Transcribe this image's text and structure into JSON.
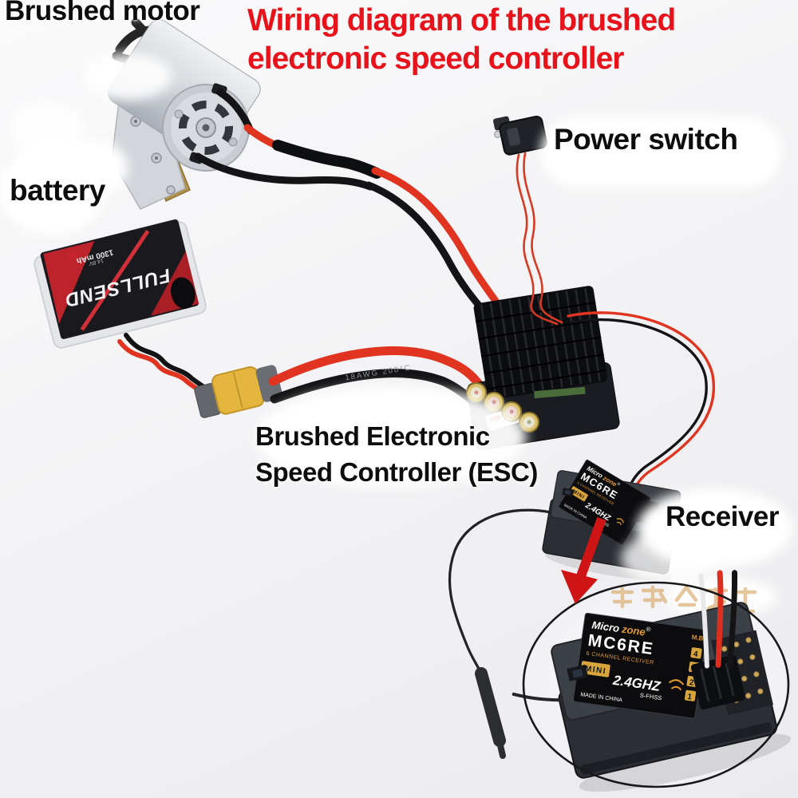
{
  "title": {
    "line1": "Wiring diagram of the brushed",
    "line2": "electronic speed controller"
  },
  "labels": {
    "motor": "Brushed motor",
    "battery": "battery",
    "power_switch": "Power switch",
    "esc_line1": "Brushed Electronic",
    "esc_line2": "Speed Controller (ESC)",
    "receiver": "Receiver"
  },
  "wire_print": "18AWG  200°C",
  "battery_label": {
    "brand": "FULLSEND",
    "capacity": "1300 mAh",
    "spec": "14.8V"
  },
  "receiver_label": {
    "brand_left": "Micro",
    "brand_right": "zone",
    "reg": "®",
    "model": "MC6RE",
    "type": "6 CHANNEL RECEIVER",
    "badge": "MINI",
    "freq": "2.4GHZ",
    "mode": "S-FHSS",
    "origin": "MADE IN CHINA",
    "port": "M.B",
    "channels": [
      "4",
      "3",
      "2",
      "1"
    ]
  },
  "watermarks": {
    "circle_text": "请输入文字",
    "partial_char": "送"
  },
  "colors": {
    "title_red": "#e8121a",
    "label_black": "#0d0d0d",
    "wire_red": "#e03420",
    "accent_orange": "#d8a43c",
    "arrow_red": "#ce1414"
  }
}
